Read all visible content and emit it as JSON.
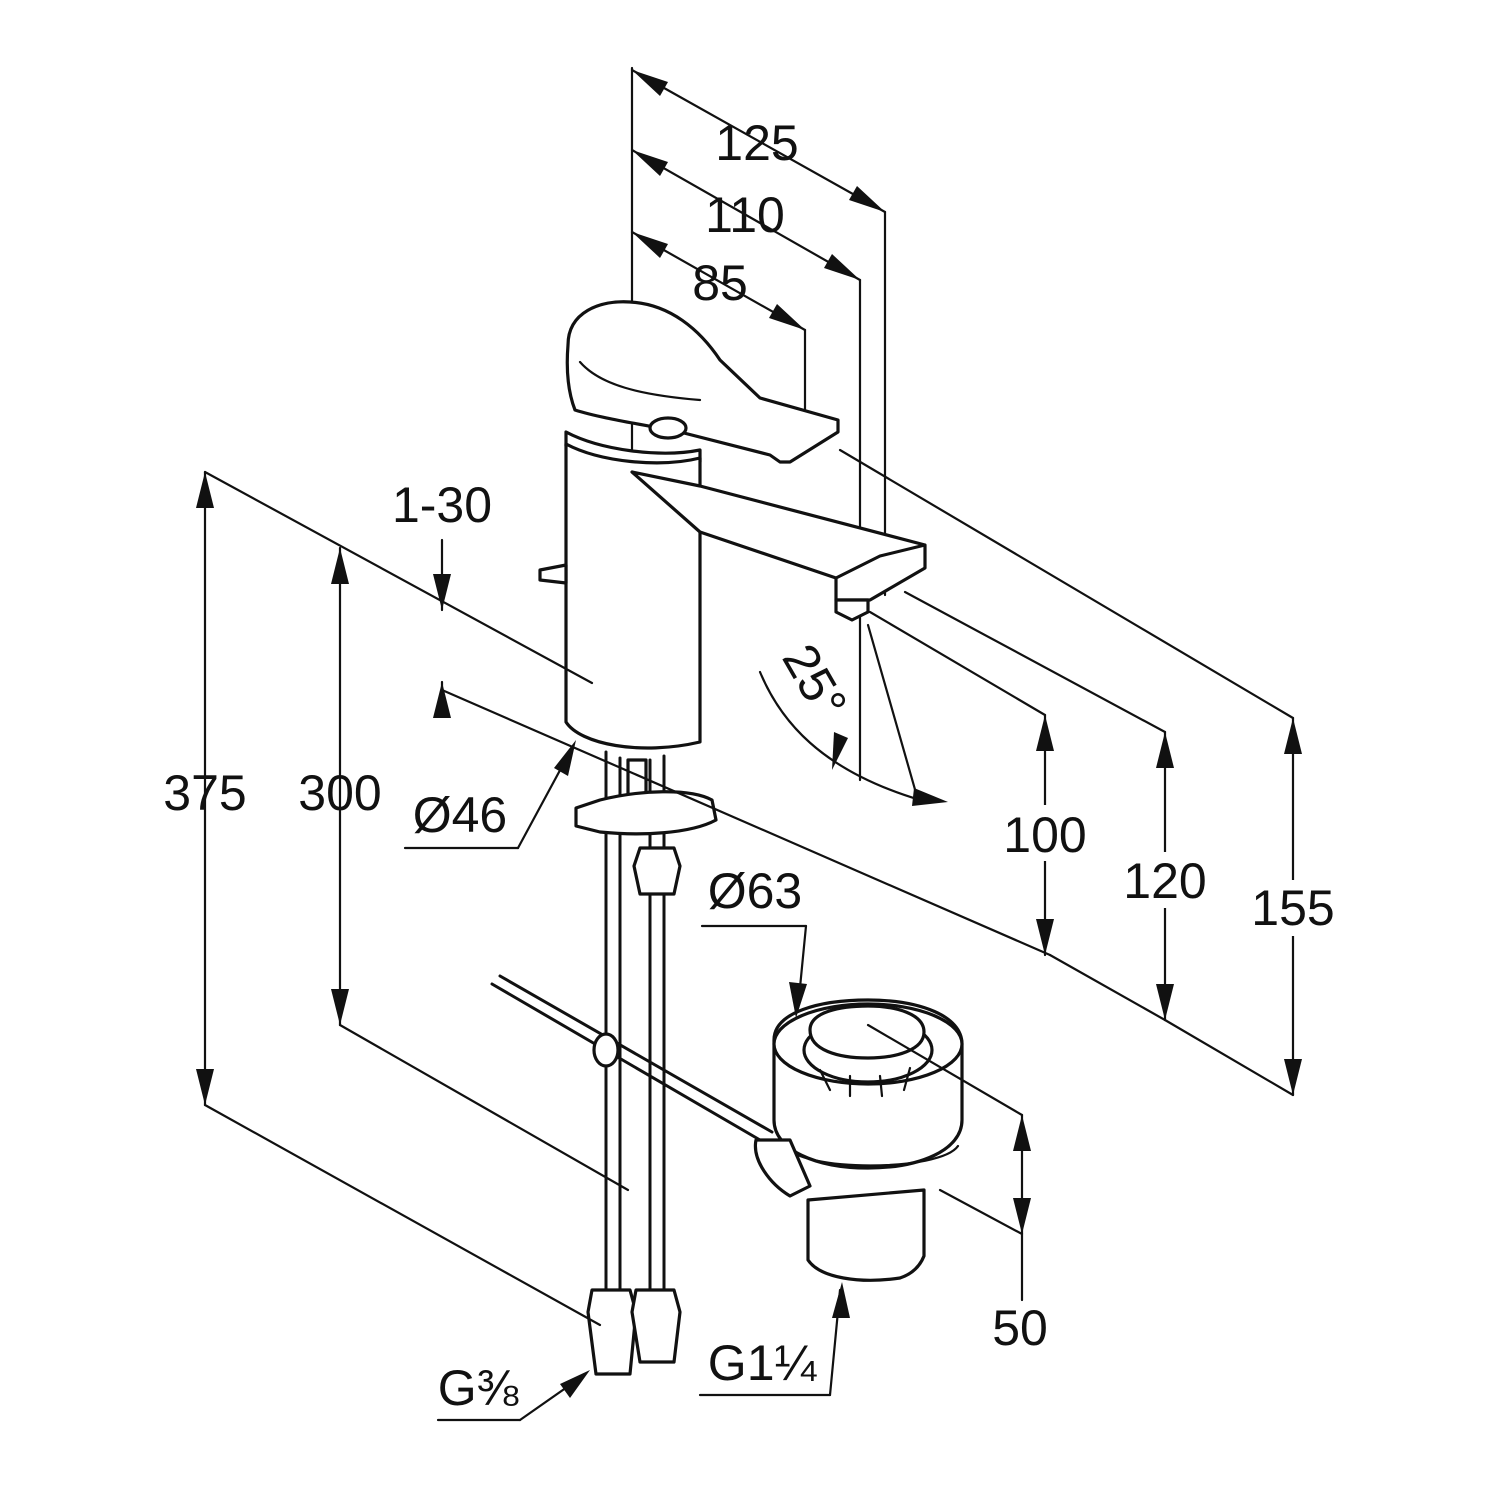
{
  "diagram": {
    "subject": "single-lever basin mixer with pop-up waste",
    "dimensions": {
      "d125": "125",
      "d110": "110",
      "d85": "85",
      "d1_30": "1-30",
      "d375": "375",
      "d300": "300",
      "d46": "Ø46",
      "d25deg": "25°",
      "d100": "100",
      "d120": "120",
      "d155": "155",
      "d63": "Ø63",
      "d50": "50",
      "g38": "G⅜",
      "g114": "G1¼"
    }
  }
}
